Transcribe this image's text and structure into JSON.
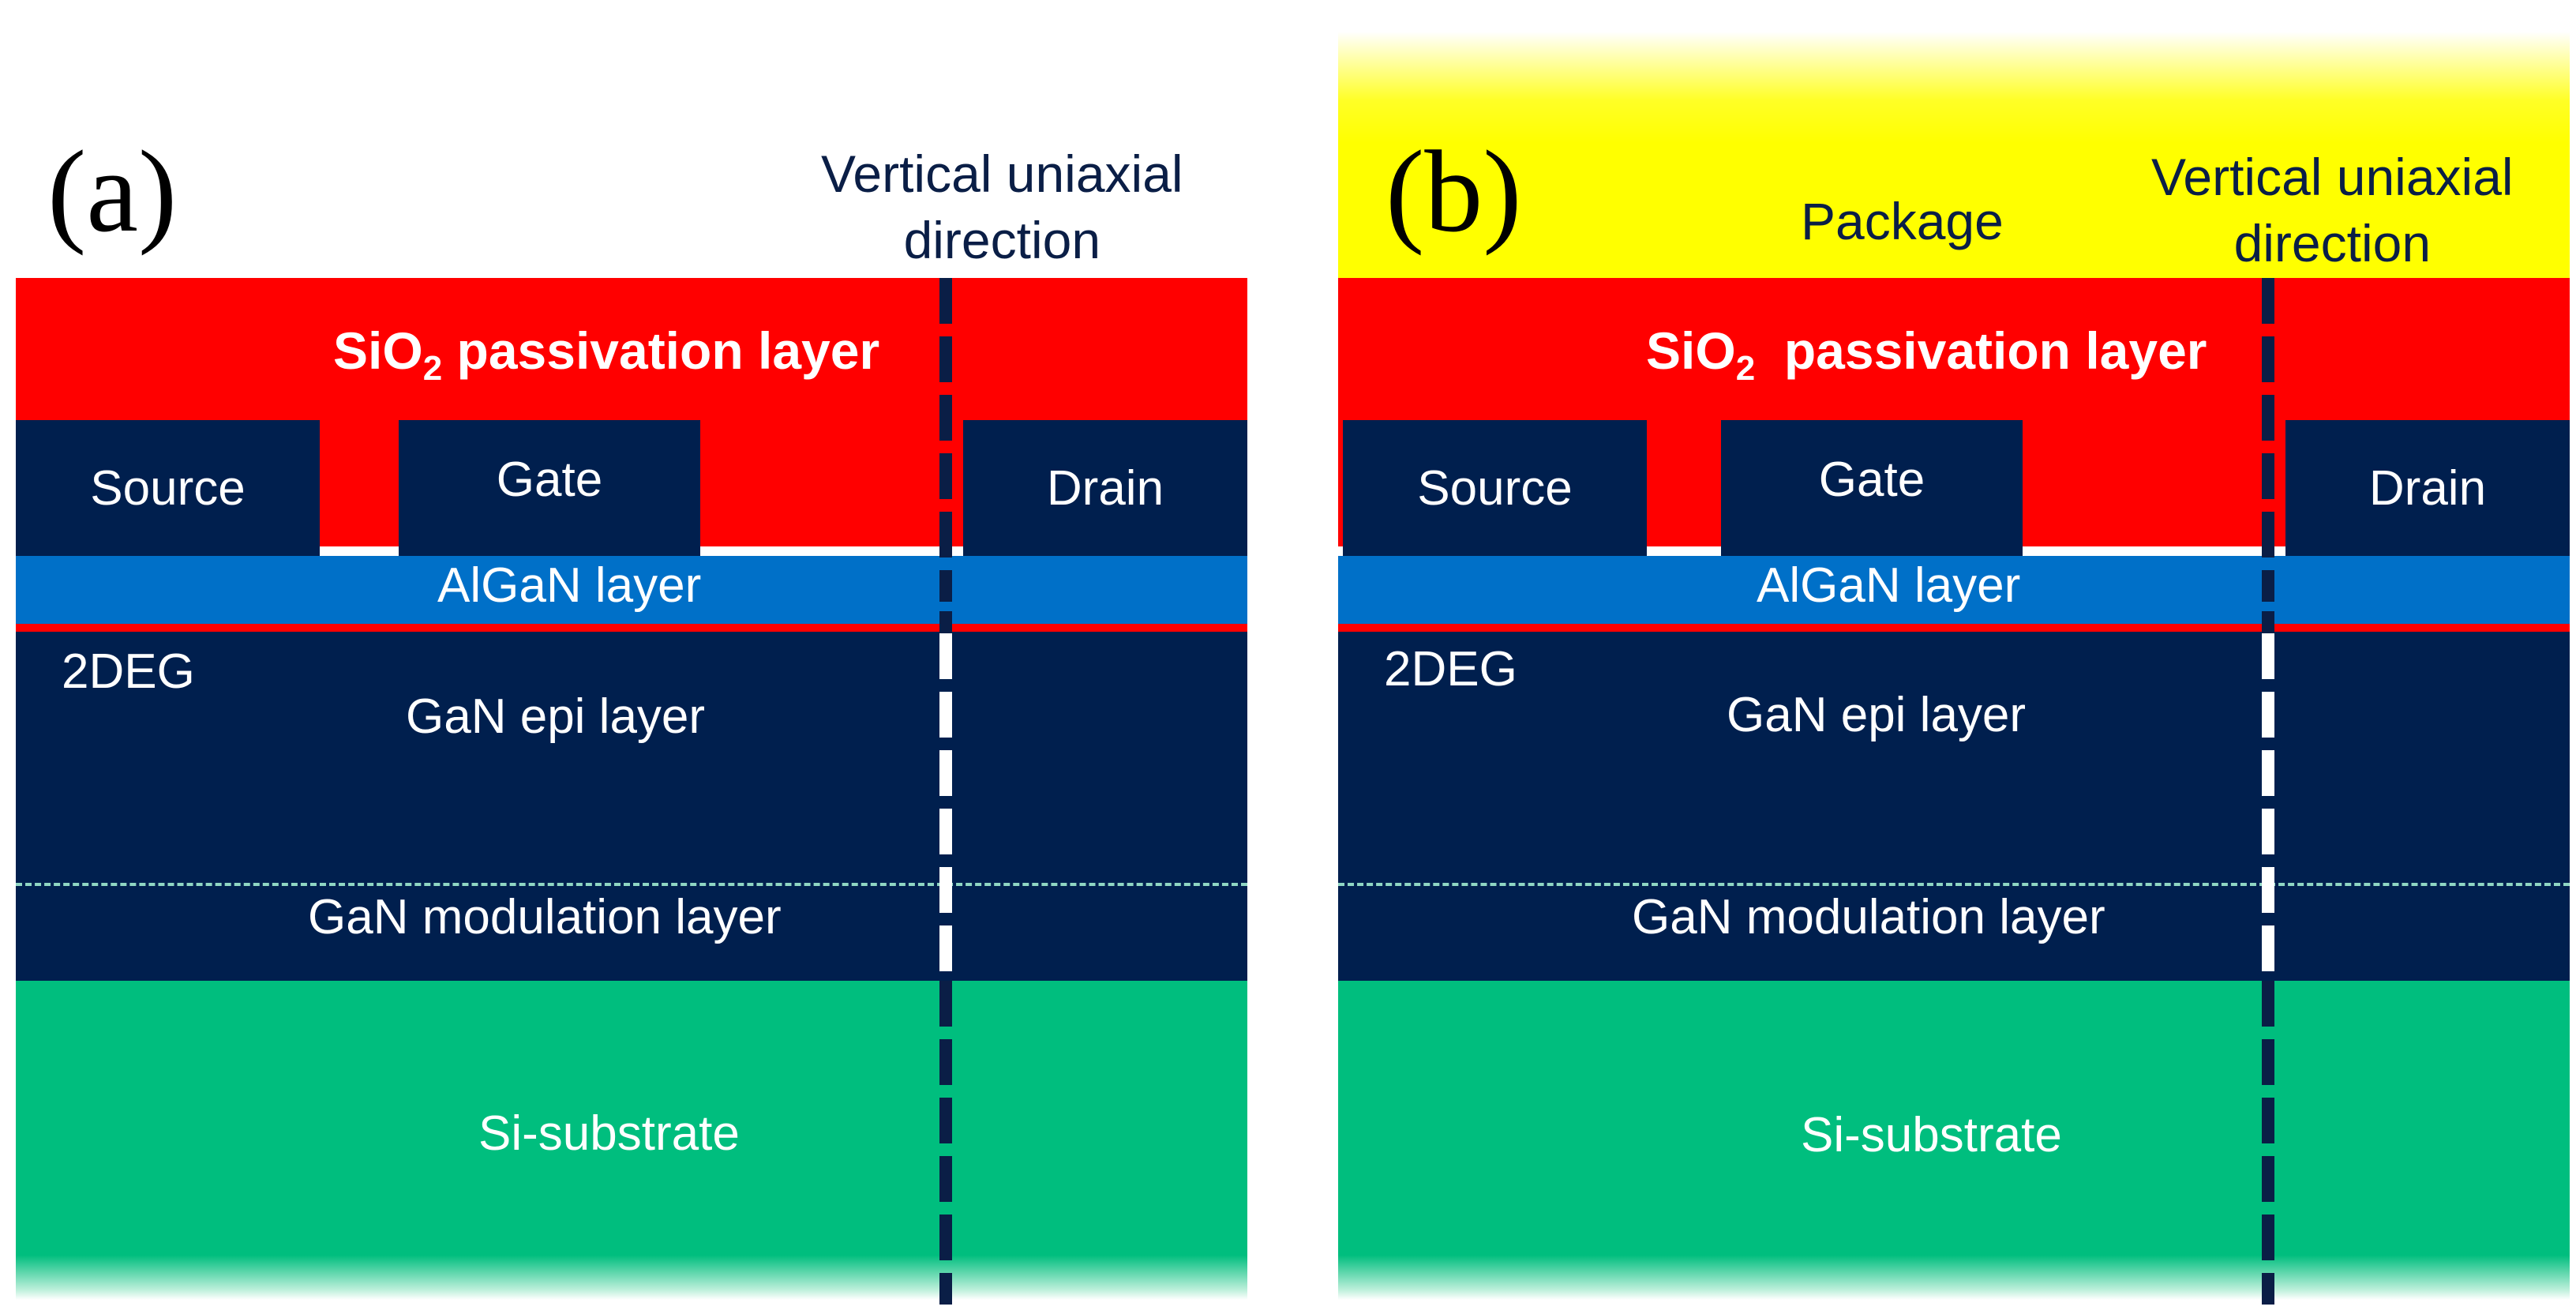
{
  "colors": {
    "sio2": "#ff0000",
    "gan": "#001f4e",
    "algan": "#0070c8",
    "substrate": "#00be7e",
    "package": "#ffff00",
    "axis_line": "#0a1e46",
    "axis_line_inside": "#ffffff",
    "modulation_dash": "#8fd6c3"
  },
  "panels": [
    {
      "letter": "(a)",
      "axis_label_line1": "Vertical uniaxial",
      "axis_label_line2": "direction",
      "sio2_prefix": "SiO",
      "sio2_sub": "2",
      "sio2_suffix": " passivation layer",
      "source": "Source",
      "gate": "Gate",
      "drain": "Drain",
      "algan": "AlGaN layer",
      "twodeg": "2DEG",
      "gan_epi": "GaN epi layer",
      "gan_mod": "GaN modulation layer",
      "substrate": "Si-substrate"
    },
    {
      "letter": "(b)",
      "package": "Package",
      "axis_label_line1": "Vertical uniaxial",
      "axis_label_line2": "direction",
      "sio2_prefix": "SiO",
      "sio2_sub": "2",
      "sio2_suffix": "  passivation layer",
      "source": "Source",
      "gate": "Gate",
      "drain": "Drain",
      "algan": "AlGaN layer",
      "twodeg": "2DEG",
      "gan_epi": "GaN epi layer",
      "gan_mod": "GaN modulation layer",
      "substrate": "Si-substrate"
    }
  ]
}
